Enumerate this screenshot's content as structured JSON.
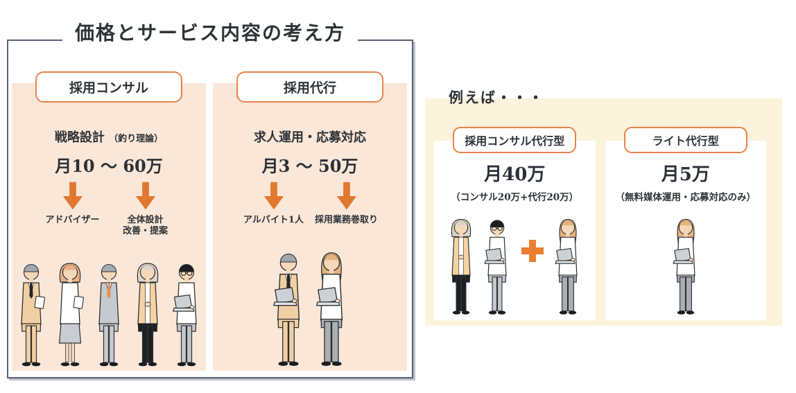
{
  "left_box": {
    "title": "価格とサービス内容の考え方",
    "columns": [
      {
        "label": "採用コンサル",
        "service": "戦略設計",
        "service_note": "（釣り理論）",
        "price": "月10 〜 60万",
        "forks": [
          {
            "lines": [
              "アドバイザー"
            ]
          },
          {
            "lines": [
              "全体設計",
              "改善・提案"
            ]
          }
        ]
      },
      {
        "label": "採用代行",
        "service": "求人運用・応募対応",
        "service_note": "",
        "price": "月3 〜 50万",
        "forks": [
          {
            "lines": [
              "アルバイト1人"
            ]
          },
          {
            "lines": [
              "採用業務巻取り"
            ]
          }
        ]
      }
    ]
  },
  "right_section": {
    "heading": "例えば・・・",
    "cards": [
      {
        "label": "採用コンサル代行型",
        "price": "月40万",
        "note": "（コンサル20万+代行20万）"
      },
      {
        "label": "ライト代行型",
        "price": "月5万",
        "note": "（無料媒体運用・応募対応のみ）"
      }
    ]
  },
  "colors": {
    "outer_border": "#57617a",
    "panel_peach": "#fae7d7",
    "panel_yellow": "#fbf3dc",
    "accent_orange": "#e8834a",
    "arrow_orange": "#e1782e",
    "text_dark": "#2e3338"
  },
  "icons": {
    "down_arrow": "block-arrow-down-icon",
    "plus": "plus-icon"
  },
  "figures": {
    "consult_team": [
      {
        "name": "man-tan-suit-documents",
        "hairStyle": "short",
        "hair": "#9fa6ad",
        "style": "suit",
        "top": "#f2cfa2",
        "tie": "#23262b",
        "legs": "pants",
        "bottom": "#f2cfa2",
        "folder": true
      },
      {
        "name": "woman-white-blouse-folder",
        "hairStyle": "bob",
        "hair": "#e8b184",
        "style": "shirt",
        "top": "#ffffff",
        "legs": "skirt",
        "bottom": "#c9ccd0",
        "folder": true
      },
      {
        "name": "man-gray-suit",
        "hairStyle": "short",
        "hair": "#a6abb1",
        "style": "suit",
        "top": "#c6c9cd",
        "tie": "#e2914f",
        "legs": "pants",
        "bottom": "#c6c9cd"
      },
      {
        "name": "woman-peach-cardigan",
        "hairStyle": "bob",
        "hair": "#ddd5c8",
        "style": "cardigan",
        "top": "#f6d2a3",
        "legs": "pants",
        "bottom": "#1d1f24"
      },
      {
        "name": "man-glasses-laptop",
        "hairStyle": "short",
        "hair": "#1c1e22",
        "glasses": true,
        "style": "shirt",
        "top": "#ffffff",
        "legs": "pants",
        "bottom": "#c3c6ca",
        "laptop": true
      }
    ],
    "agency_pair": [
      {
        "name": "man-tan-suit-laptop",
        "hairStyle": "short",
        "hair": "#9fa6ad",
        "style": "suit",
        "top": "#f2cfa2",
        "tie": "#23262b",
        "legs": "pants",
        "bottom": "#f2cfa2",
        "laptop": true
      },
      {
        "name": "woman-laptop",
        "hairStyle": "long",
        "hair": "#e4b47e",
        "style": "shirt",
        "top": "#ffffff",
        "legs": "wide",
        "bottom": "#aaaeb3",
        "laptop": true
      }
    ],
    "card1_left_group": [
      {
        "name": "woman-peach-cardigan",
        "hairStyle": "bob",
        "hair": "#ddd5c8",
        "style": "cardigan",
        "top": "#f6d2a3",
        "legs": "pants",
        "bottom": "#1d1f24"
      },
      {
        "name": "man-glasses-laptop",
        "hairStyle": "short",
        "hair": "#1c1e22",
        "glasses": true,
        "style": "shirt",
        "top": "#ffffff",
        "legs": "pants",
        "bottom": "#c3c6ca",
        "laptop": true
      }
    ],
    "card1_right_group": [
      {
        "name": "woman-laptop",
        "hairStyle": "long",
        "hair": "#e4b47e",
        "style": "shirt",
        "top": "#ffffff",
        "legs": "wide",
        "bottom": "#aaaeb3",
        "laptop": true
      }
    ],
    "card2_group": [
      {
        "name": "woman-laptop",
        "hairStyle": "long",
        "hair": "#e4b47e",
        "style": "shirt",
        "top": "#ffffff",
        "legs": "wide",
        "bottom": "#aaaeb3",
        "laptop": true
      }
    ]
  }
}
